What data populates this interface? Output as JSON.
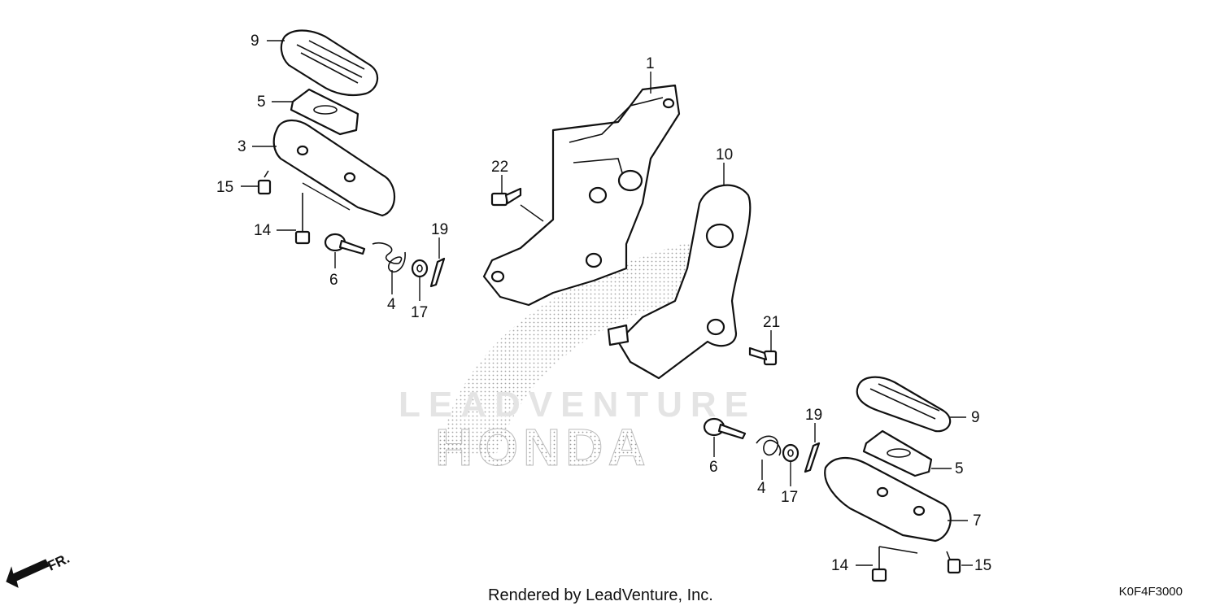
{
  "watermark": {
    "text": "LEADVENTURE",
    "brand": "HONDA"
  },
  "callouts": {
    "c1": "1",
    "c3": "3",
    "c4a": "4",
    "c4b": "4",
    "c5a": "5",
    "c5b": "5",
    "c6a": "6",
    "c6b": "6",
    "c7": "7",
    "c9a": "9",
    "c9b": "9",
    "c10": "10",
    "c14a": "14",
    "c14b": "14",
    "c15a": "15",
    "c15b": "15",
    "c17a": "17",
    "c17b": "17",
    "c19a": "19",
    "c19b": "19",
    "c21": "21",
    "c22": "22"
  },
  "front_indicator": "FR.",
  "footer": {
    "credit": "Rendered by LeadVenture, Inc.",
    "diagram_code": "K0F4F3000"
  }
}
